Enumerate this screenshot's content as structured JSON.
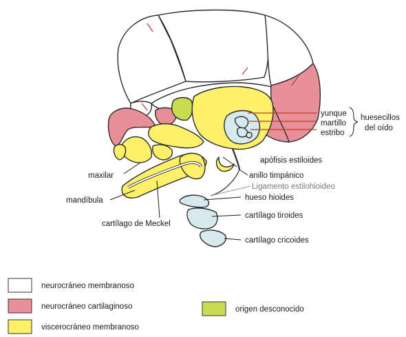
{
  "colors": {
    "neurocraneo_membranoso": "#ffffff",
    "neurocraneo_cartilaginoso": "#e8909a",
    "viscerocraneo_membranoso": "#fff06a",
    "origen_desconocido": "#c8dc50",
    "cartilago_azul": "#d6e9ef",
    "sutura": "#c0392b"
  },
  "labels": {
    "yunque": "yunque",
    "martillo": "martillo",
    "estribo": "estribo",
    "huesecillos_line1": "huesecillos",
    "huesecillos_line2": "del oído",
    "apofisis": "apófisis estiloides",
    "anillo": "anillo timpánico",
    "ligamento": "Ligamento estilohioideo",
    "hioides": "hueso hioides",
    "tiroides": "cartílago tiroides",
    "cricoides": "cartílago cricoides",
    "maxilar": "maxilar",
    "mandibula": "mandíbula",
    "meckel": "cartílago de Meckel"
  },
  "legend": [
    {
      "key": "neurocraneo_membranoso",
      "text": "neurocráneo membranoso"
    },
    {
      "key": "neurocraneo_cartilaginoso",
      "text": "neurocráneo cartilaginoso"
    },
    {
      "key": "viscerocraneo_membranoso",
      "text": "viscerocráneo membranoso"
    },
    {
      "key": "origen_desconocido",
      "text": "origen desconocido"
    }
  ]
}
